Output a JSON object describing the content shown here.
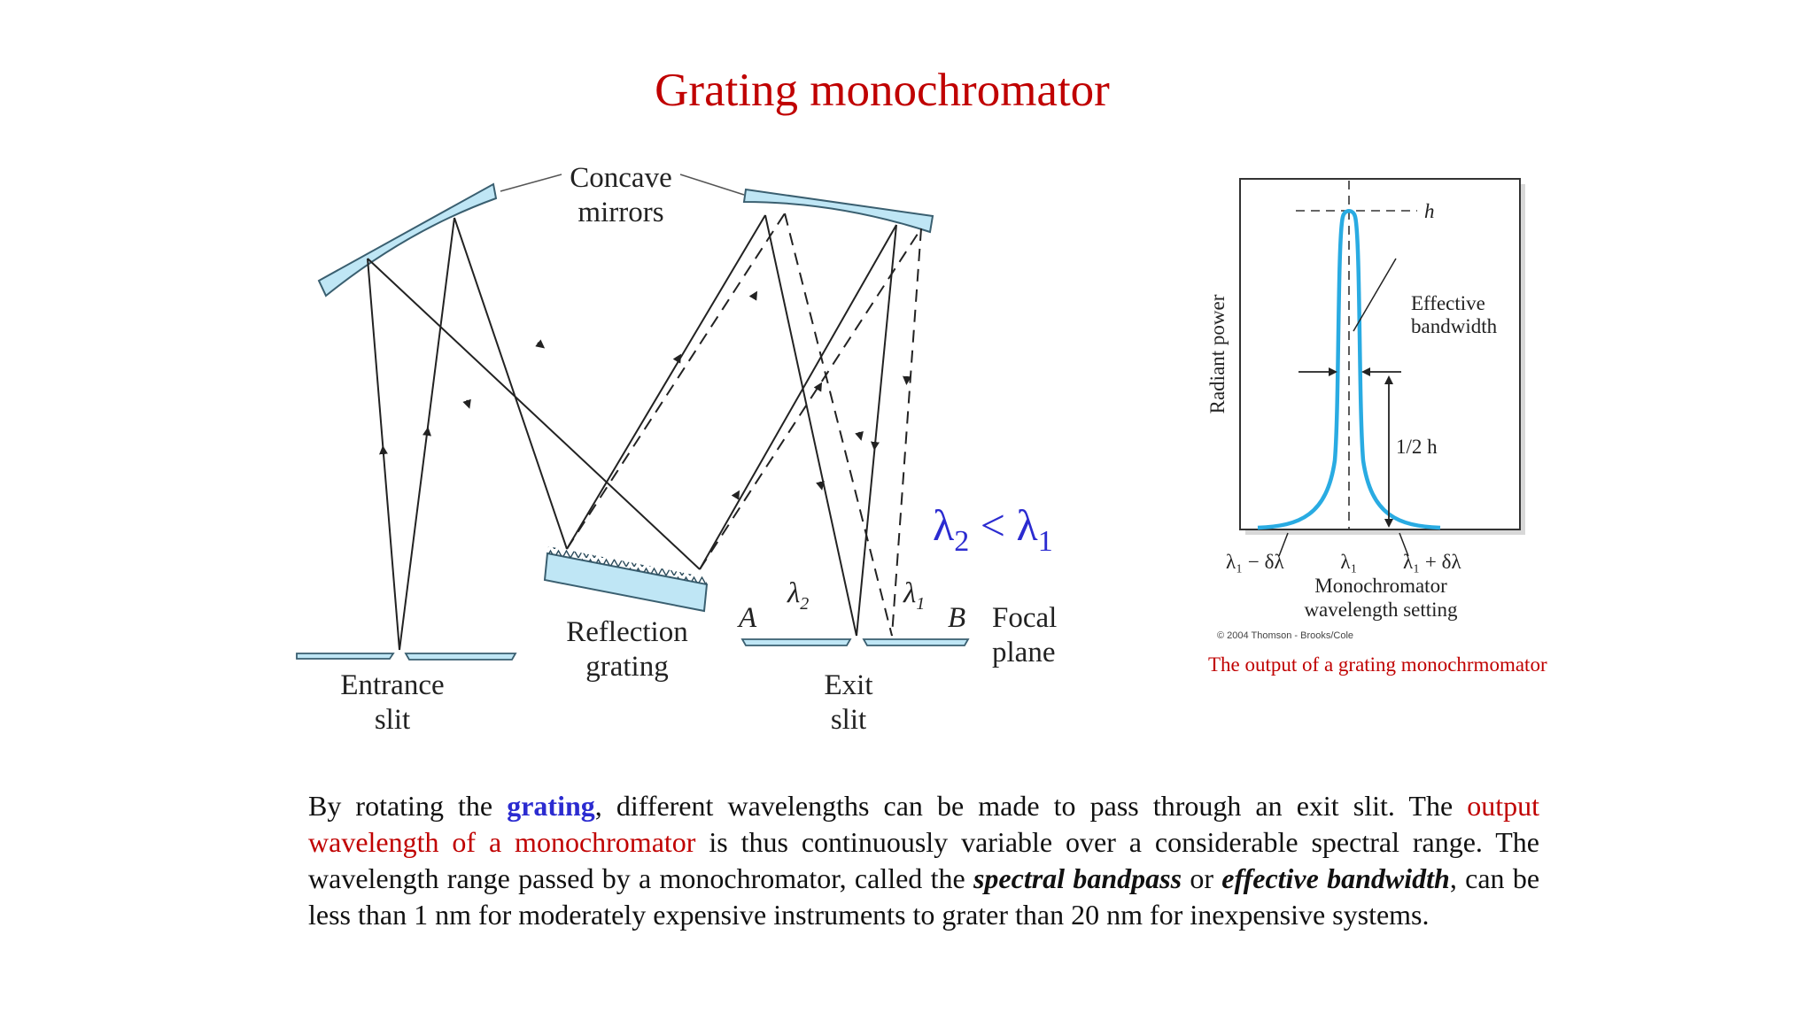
{
  "title": "Grating monochromator",
  "diagram": {
    "labels": {
      "concave_mirrors_line1": "Concave",
      "concave_mirrors_line2": "mirrors",
      "reflection_grating_line1": "Reflection",
      "reflection_grating_line2": "grating",
      "entrance_slit_line1": "Entrance",
      "entrance_slit_line2": "slit",
      "exit_slit_line1": "Exit",
      "exit_slit_line2": "slit",
      "focal_plane_line1": "Focal",
      "focal_plane_line2": "plane",
      "point_a": "A",
      "point_b": "B",
      "lambda2": "λ",
      "lambda2_sub": "2",
      "lambda1": "λ",
      "lambda1_sub": "1"
    },
    "comparison": {
      "lambda": "λ",
      "sub_left": "2",
      "operator": " < ",
      "sub_right": "1"
    },
    "colors": {
      "optics_fill": "#bfe6f5",
      "optics_stroke": "#3a5f70",
      "ray": "#222222",
      "comparison": "#2b2bd0"
    }
  },
  "bandwidth_chart": {
    "y_axis_label": "Radiant power",
    "peak_label": "h",
    "half_height_label": "1/2 h",
    "effective_bandwidth_line1": "Effective",
    "effective_bandwidth_line2": "bandwidth",
    "left_tick": "λ₁ − δλ",
    "center_tick": "λ₁",
    "right_tick": "λ₁ + δλ",
    "x_axis_label_line1": "Monochromator",
    "x_axis_label_line2": "wavelength setting",
    "copyright": "© 2004 Thomson - Brooks/Cole",
    "caption": "The output of a grating monochrmomator",
    "curve_color": "#29abe2"
  },
  "paragraph": {
    "p1": "By rotating the ",
    "grating": "grating",
    "p2": ", different wavelengths can be made to pass through an exit slit. The ",
    "output_wavelength": "output wavelength of a monochromator",
    "p3": " is thus continuously variable over a considerable spectral range. The wavelength range passed by a monochromator, called the ",
    "spectral_bandpass": "spectral bandpass",
    "p4": " or ",
    "effective_bandwidth": "effective bandwidth",
    "p5": ", can be less than 1 nm for moderately expensive instruments to grater than 20 nm for inexpensive systems."
  }
}
